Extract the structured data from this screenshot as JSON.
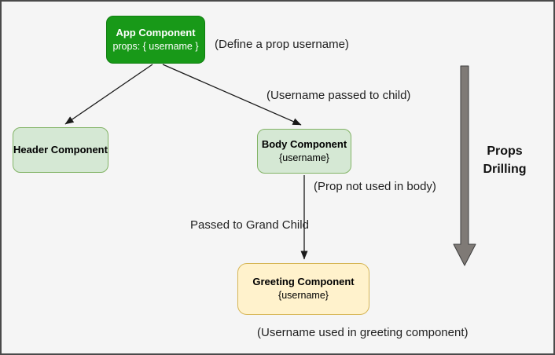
{
  "diagram": {
    "nodes": {
      "app": {
        "title": "App Component",
        "subtitle": "props: { username }"
      },
      "header": {
        "title": "Header Component"
      },
      "body": {
        "title": "Body Component",
        "subtitle": "{username}"
      },
      "greeting": {
        "title": "Greeting Component",
        "subtitle": "{username}"
      }
    },
    "annotations": {
      "define_prop": "(Define a prop username)",
      "passed_to_child": "(Username passed to child)",
      "not_used_in_body": "(Prop not used in body)",
      "passed_to_grandchild": "Passed to Grand Child",
      "used_in_greeting": "(Username used in greeting component)"
    },
    "side_label": {
      "line1": "Props",
      "line2": "Drilling"
    },
    "colors": {
      "background": "#f5f5f5",
      "frame_border": "#4a4a4a",
      "app_fill": "#189918",
      "app_border": "#0f7e0f",
      "green_fill": "#d5e8d4",
      "green_border": "#82b366",
      "yellow_fill": "#fff2cc",
      "yellow_border": "#d6b656",
      "big_arrow_fill": "#7f7a76",
      "big_arrow_border": "#3d3d3d"
    }
  }
}
